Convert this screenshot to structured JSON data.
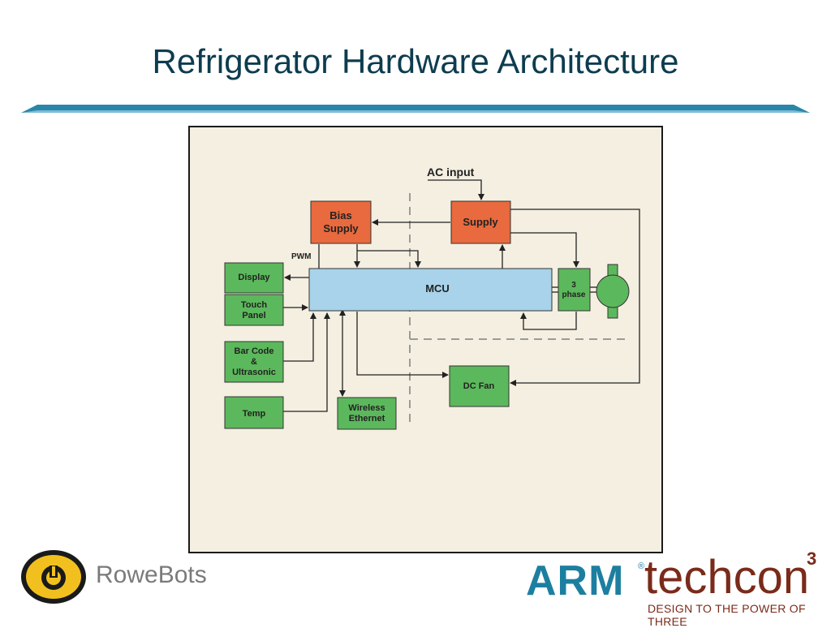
{
  "slide": {
    "title": "Refrigerator Hardware Architecture"
  },
  "colors": {
    "title": "#0d3c4f",
    "divider": "#2a86a8",
    "panel_bg": "#f4efe1",
    "power_block": "#e86a3e",
    "io_block": "#5cb85c",
    "mcu_block": "#a8d3ea",
    "motor": "#5cb85c"
  },
  "diagram": {
    "ac_input": "AC input",
    "bias_supply": [
      "Bias",
      "Supply"
    ],
    "supply": "Supply",
    "pwm": "PWM",
    "mcu": "MCU",
    "three_phase": [
      "3",
      "phase"
    ],
    "display": "Display",
    "touch_panel": [
      "Touch",
      "Panel"
    ],
    "bar_code": [
      "Bar Code",
      "&",
      "Ultrasonic"
    ],
    "temp": "Temp",
    "wireless": [
      "Wireless",
      "Ethernet"
    ],
    "dc_fan": "DC Fan"
  },
  "footer": {
    "rowebots": "RoweBots",
    "arm": "ARM",
    "arm_reg": "®",
    "techcon": "techcon",
    "techcon_sup": "3",
    "tagline": "DESIGN TO THE POWER OF THREE"
  }
}
